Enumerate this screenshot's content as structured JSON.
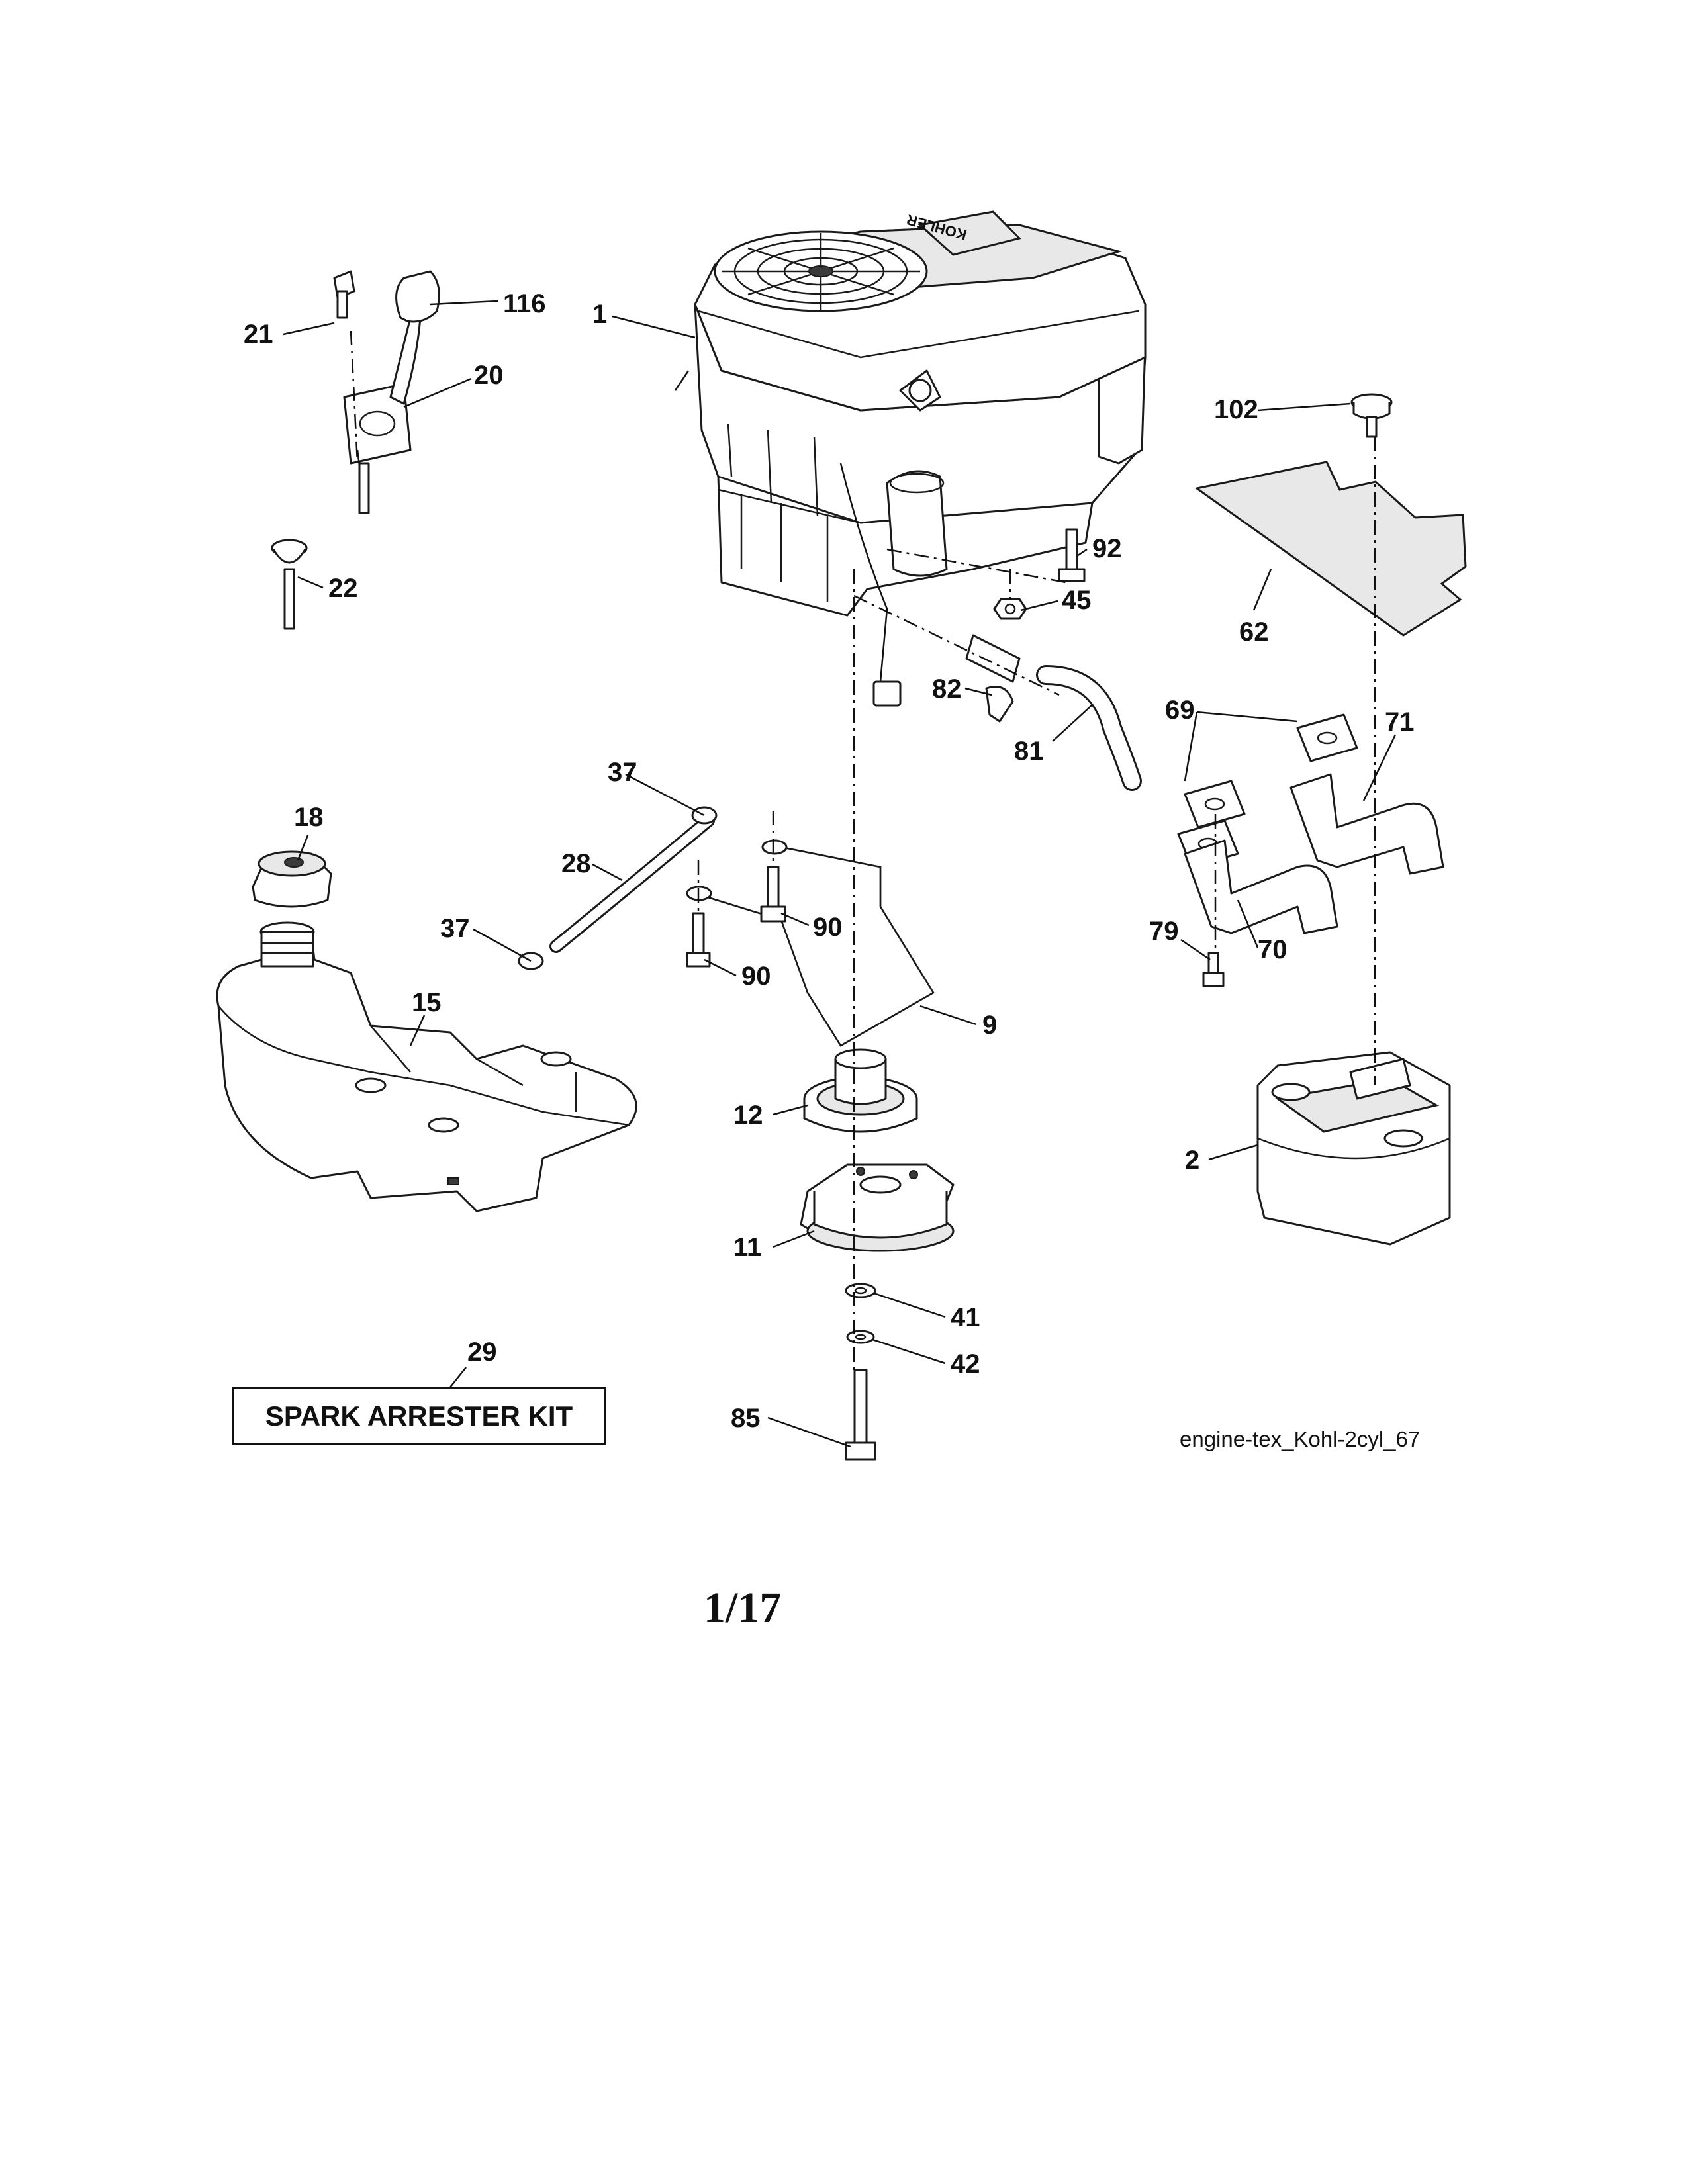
{
  "diagram": {
    "id": "engine-tex_Kohl-2cyl_67",
    "page_number": "1/17",
    "engine_brand_text": "KOHLER",
    "kit_box_label": "SPARK ARRESTER KIT",
    "callouts": [
      "1",
      "2",
      "9",
      "11",
      "12",
      "15",
      "18",
      "20",
      "21",
      "22",
      "28",
      "29",
      "37",
      "37",
      "41",
      "42",
      "45",
      "62",
      "69",
      "70",
      "71",
      "79",
      "81",
      "82",
      "85",
      "90",
      "90",
      "92",
      "102",
      "116"
    ]
  }
}
